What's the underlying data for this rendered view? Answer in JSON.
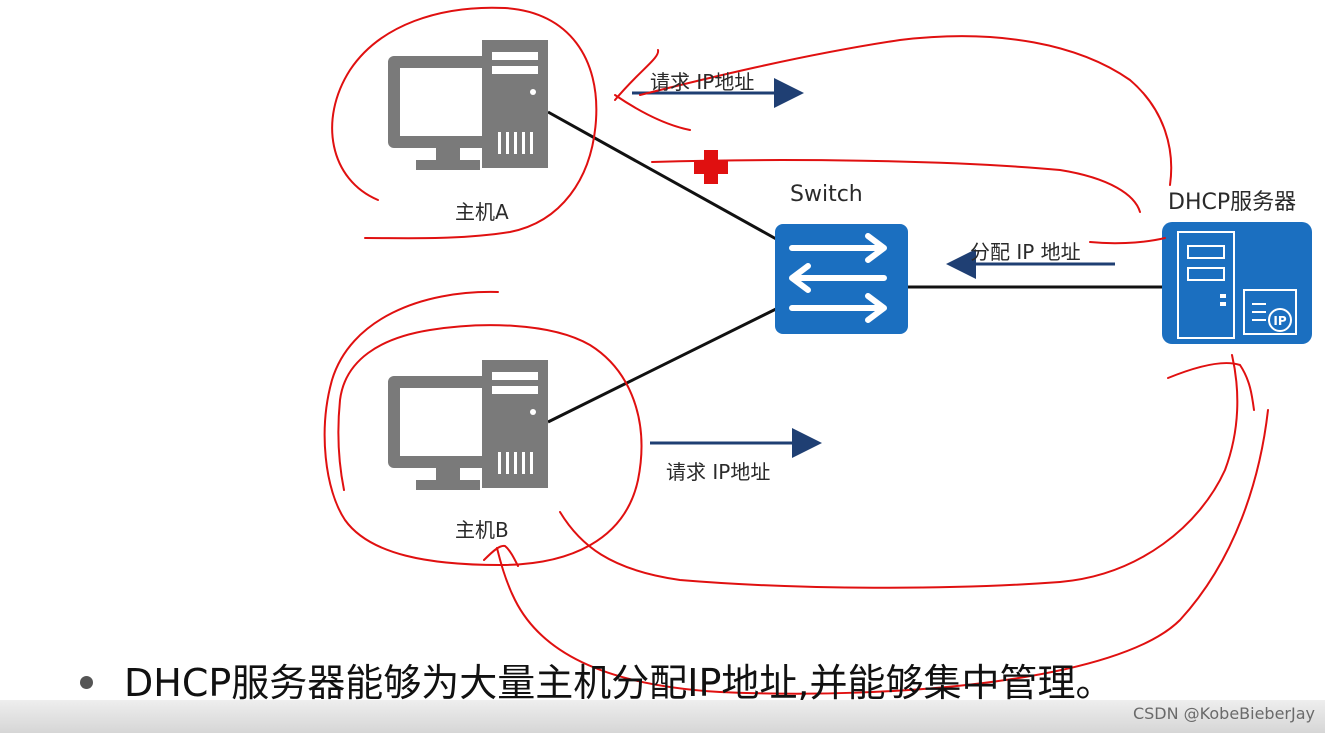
{
  "diagram": {
    "switch_label": "Switch",
    "server_label": "DHCP服务器",
    "host_a_label": "主机A",
    "host_b_label": "主机B",
    "request_a_label": "请求 IP地址",
    "request_b_label": "请求 IP地址",
    "assign_label": "分配 IP 地址",
    "server_badge": "IP"
  },
  "caption": {
    "text": "DHCP服务器能够为大量主机分配IP地址,并能够集中管理。"
  },
  "watermark": "CSDN @KobeBieberJay",
  "colors": {
    "device_gray": "#7a7a7a",
    "device_blue": "#1b6fc0",
    "arrow_navy": "#1f3f73",
    "annotation_red": "#e01010"
  },
  "icons": {
    "host": "desktop-computer-icon",
    "switch": "network-switch-icon",
    "server": "dhcp-server-icon",
    "blocked": "red-cross-icon"
  }
}
